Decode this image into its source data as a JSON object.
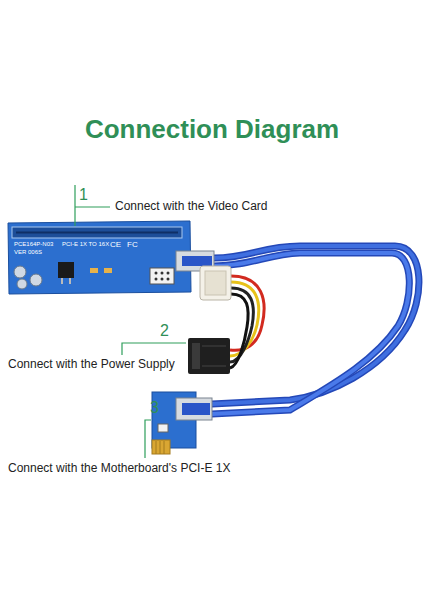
{
  "diagram": {
    "title": "Connection Diagram",
    "labels": [
      "1",
      "Connect with the Video Card",
      "PCE164P-N03",
      "PCI-E 1X TO 16X",
      "VER 006S",
      "CE",
      "FC",
      "2",
      "Connect with the Power Supply",
      "3",
      "Connect with the Motherboard's PCI-E 1X"
    ]
  }
}
